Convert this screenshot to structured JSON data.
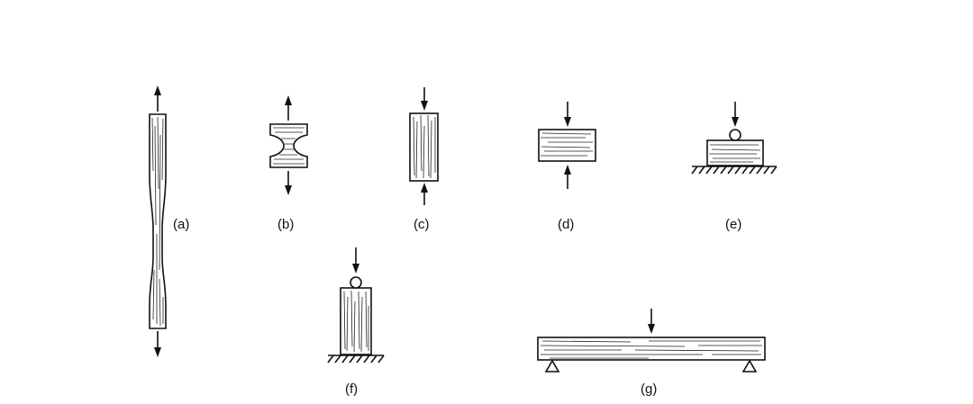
{
  "figure": {
    "panels": [
      {
        "id": "a",
        "label": "(a)"
      },
      {
        "id": "b",
        "label": "(b)"
      },
      {
        "id": "c",
        "label": "(c)"
      },
      {
        "id": "d",
        "label": "(d)"
      },
      {
        "id": "e",
        "label": "(e)"
      },
      {
        "id": "f",
        "label": "(f)"
      },
      {
        "id": "g",
        "label": "(g)"
      }
    ]
  }
}
